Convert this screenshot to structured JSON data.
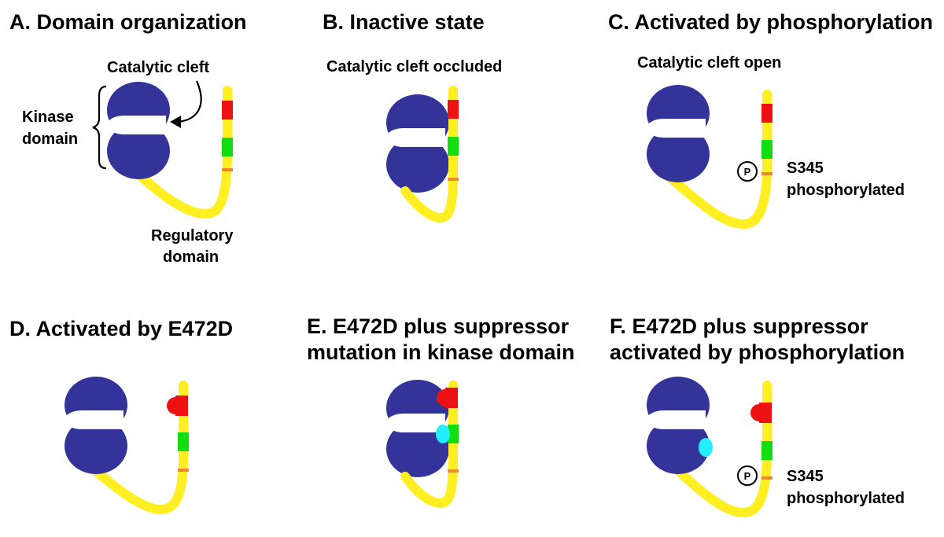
{
  "colors": {
    "kinase": "#333399",
    "regulatory_chain": "#ffee22",
    "segment_red": "#ee1111",
    "segment_green": "#11dd11",
    "s345_mark": "#ee8833",
    "suppressor": "#22eeff"
  },
  "panels": {
    "a": {
      "title": "A. Domain organization",
      "catalytic_cleft_label": "Catalytic cleft",
      "kinase_label_line1": "Kinase",
      "kinase_label_line2": "domain",
      "regulatory_label_line1": "Regulatory",
      "regulatory_label_line2": "domain"
    },
    "b": {
      "title": "B. Inactive state",
      "subtitle": "Catalytic cleft occluded"
    },
    "c": {
      "title": "C. Activated by phosphorylation",
      "subtitle": "Catalytic cleft open",
      "phospho_symbol": "P",
      "site_label_line1": "S345",
      "site_label_line2": "phosphorylated"
    },
    "d": {
      "title": "D. Activated by E472D"
    },
    "e": {
      "title_line1": "E. E472D plus suppressor",
      "title_line2": "mutation in kinase domain"
    },
    "f": {
      "title_line1": "F. E472D plus suppressor",
      "title_line2": "activated by phosphorylation",
      "phospho_symbol": "P",
      "site_label_line1": "S345",
      "site_label_line2": "phosphorylated"
    }
  }
}
